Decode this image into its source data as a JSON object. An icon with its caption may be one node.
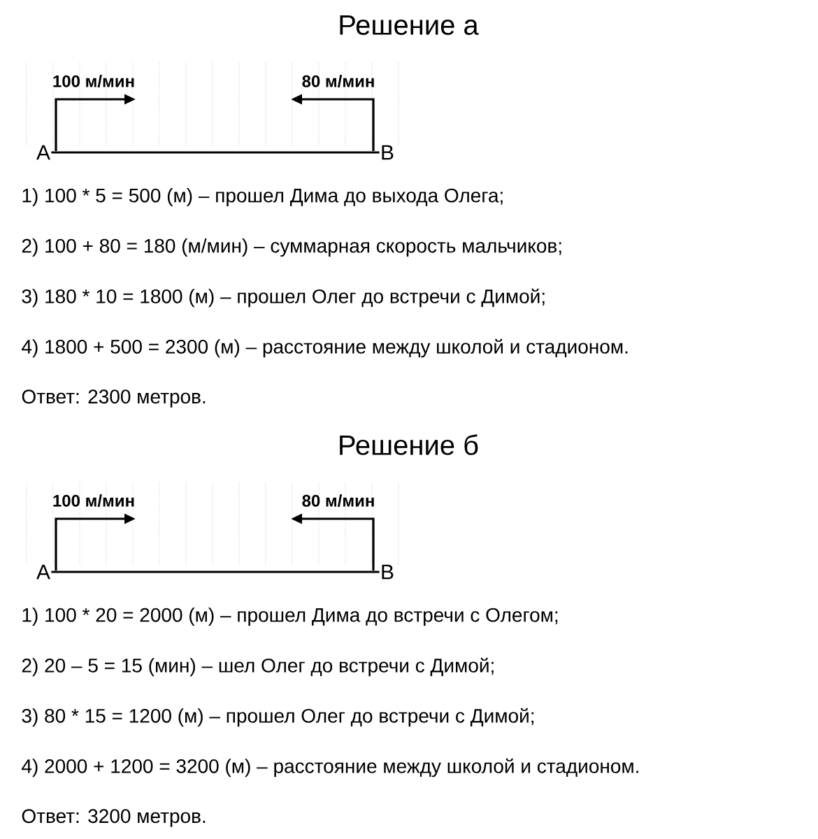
{
  "diagram": {
    "nodes": [
      {
        "text": [
          "A"
        ],
        "beside": [
          "100 м/мин"
        ]
      },
      {
        "text": [
          "B"
        ],
        "beside": [
          "80 м/мин"
        ]
      },
      {
        "text": [
          "A"
        ],
        "beside": [
          "100 м/мин"
        ]
      },
      {
        "text": [
          "B"
        ],
        "beside": [
          "80 м/мин"
        ]
      }
    ],
    "edges": [
      {
        "from": 0,
        "to": 1,
        "arrow": "none"
      },
      {
        "from": 2,
        "to": 3,
        "arrow": "none"
      }
    ],
    "labels": [
      "Решение а",
      "1) 100 * 5 = 500 (м) – прошел Дима до выхода Олега;",
      "2) 100 + 80 = 180 (м/мин) – суммарная скорость мальчиков;",
      "3) 180 * 10 = 1800 (м) – прошел Олег до встречи с Димой;",
      "4) 1800 + 500 = 2300 (м) – расстояние между школой и стадионом.",
      "Ответ: 2300 метров.",
      "Решение б",
      "1) 100 * 20 = 2000 (м) – прошел Дима до встречи с Олегом;",
      "2) 20 – 5 = 15 (мин) – шел Олег до встречи с Димой;",
      "3) 80 * 15 = 1200 (м) – прошел Олег до встречи с Димой;",
      "4) 2000 + 1200 = 3200 (м) – расстояние между школой и стадионом.",
      "Ответ: 3200 метров."
    ]
  }
}
